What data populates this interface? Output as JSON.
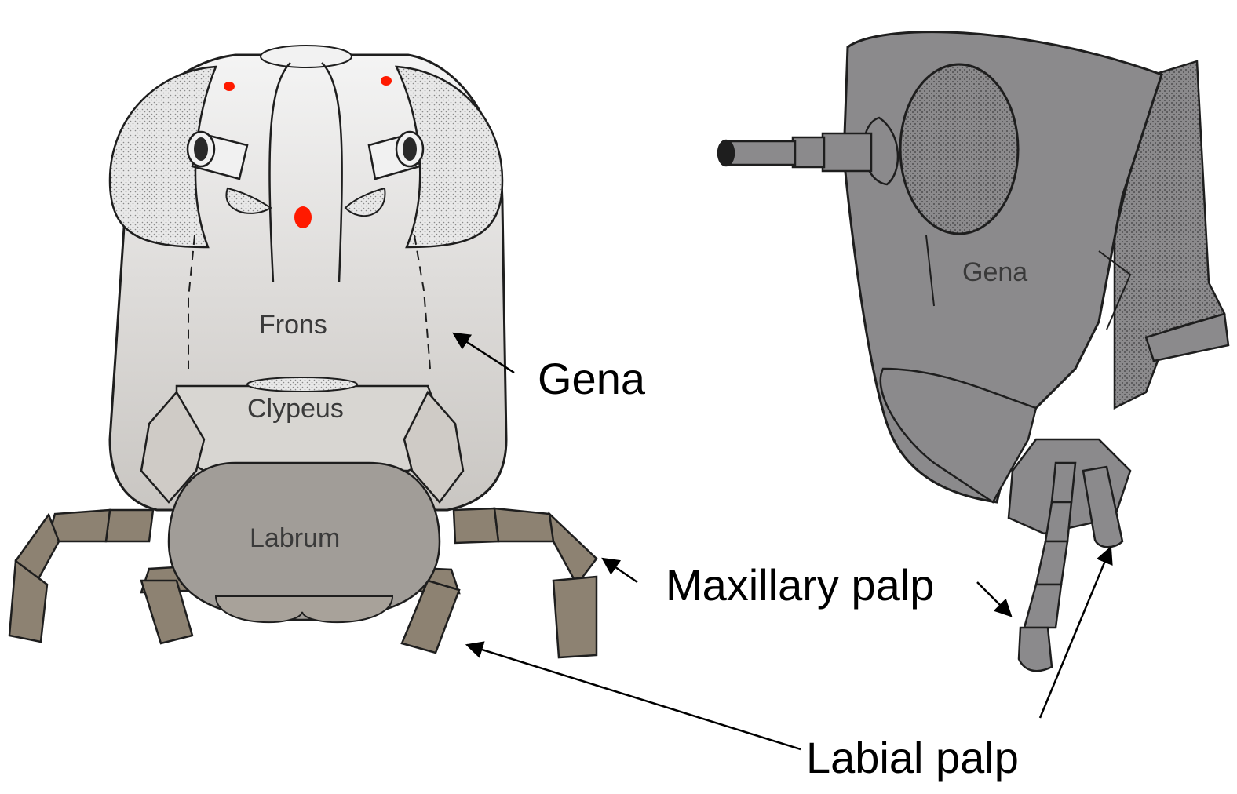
{
  "front_view": {
    "labels": {
      "frons": "Frons",
      "clypeus": "Clypeus",
      "labrum": "Labrum"
    }
  },
  "side_view": {
    "labels": {
      "gena": "Gena"
    }
  },
  "callouts": {
    "gena": "Gena",
    "maxillary_palp": "Maxillary palp",
    "labial_palp": "Labial palp"
  },
  "colors": {
    "head_front": "#dcdad8",
    "head_side": "#8b8a8c",
    "mouthparts": "#8d8272",
    "labrum": "#a19d98",
    "ocelli": "#ff1a00",
    "outline": "#1e1e1e",
    "compound_eye": "#e6e6e6"
  }
}
